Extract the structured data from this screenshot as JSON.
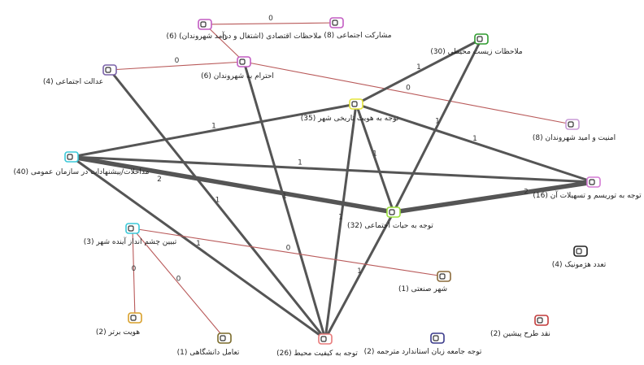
{
  "diagram": {
    "nodes": [
      {
        "id": "n1",
        "label": "ملاحظات اقتصادی (اشتغال و درآمد شهروندان) (6)",
        "color": "#c25cc2"
      },
      {
        "id": "n2",
        "label": "مشارکت اجتماعی (8)",
        "color": "#c25cc2"
      },
      {
        "id": "n3",
        "label": "ملاحظات زیست محیطی (30)",
        "color": "#2e9a2e"
      },
      {
        "id": "n4",
        "label": "احترام به شهروندان (6)",
        "color": "#c25cc2"
      },
      {
        "id": "n5",
        "label": "عدالت اجتماعی (4)",
        "color": "#7a62a8"
      },
      {
        "id": "n6",
        "label": "توجه به هویت تاریخی شهر (35)",
        "color": "#e3e33a"
      },
      {
        "id": "n7",
        "label": "امنیت و امید شهروندان (8)",
        "color": "#c89ad6"
      },
      {
        "id": "n8",
        "label": "مداخلات/پیشنهادات در سازمان عمومی (40)",
        "color": "#3ac8d8"
      },
      {
        "id": "n9",
        "label": "توجه به توریسم و تسهیلات آن (16)",
        "color": "#d47ad4"
      },
      {
        "id": "n10",
        "label": "توجه به حیات اجتماعی (32)",
        "color": "#9ae03a"
      },
      {
        "id": "n11",
        "label": "تبیین چشم انداز آینده شهر (3)",
        "color": "#3ac8d8"
      },
      {
        "id": "n12",
        "label": "تعدد هژمونیک (4)",
        "color": "#222222"
      },
      {
        "id": "n13",
        "label": "شهر صنعتی (1)",
        "color": "#8a6a3a"
      },
      {
        "id": "n14",
        "label": "هویت برتر (2)",
        "color": "#d8a02a"
      },
      {
        "id": "n15",
        "label": "تعامل دانشگاهی (1)",
        "color": "#7a6a2a"
      },
      {
        "id": "n16",
        "label": "توجه به کیفیت محیط (26)",
        "color": "#e87a7a"
      },
      {
        "id": "n17",
        "label": "توجه جامعه زبان استاندارد مترجمه (2)",
        "color": "#3a3a8a"
      },
      {
        "id": "n18",
        "label": "نقد طرح پیشین (2)",
        "color": "#c23a3a"
      }
    ],
    "edges": [
      {
        "from": "n1",
        "to": "n2",
        "label": "0",
        "weight": 0,
        "color": "#b95a5a"
      },
      {
        "from": "n4",
        "to": "n1",
        "label": "0",
        "weight": 0,
        "color": "#b95a5a"
      },
      {
        "from": "n5",
        "to": "n4",
        "label": "0",
        "weight": 0,
        "color": "#b95a5a"
      },
      {
        "from": "n4",
        "to": "n7",
        "label": "0",
        "weight": 0,
        "color": "#b95a5a"
      },
      {
        "from": "n3",
        "to": "n6",
        "label": "1",
        "weight": 1,
        "color": "#555555"
      },
      {
        "from": "n3",
        "to": "n10",
        "label": "1",
        "weight": 1,
        "color": "#555555"
      },
      {
        "from": "n6",
        "to": "n8",
        "label": "1",
        "weight": 1,
        "color": "#555555"
      },
      {
        "from": "n6",
        "to": "n9",
        "label": "1",
        "weight": 1,
        "color": "#555555"
      },
      {
        "from": "n6",
        "to": "n10",
        "label": "1",
        "weight": 1,
        "color": "#555555"
      },
      {
        "from": "n6",
        "to": "n16",
        "label": "1",
        "weight": 1,
        "color": "#555555"
      },
      {
        "from": "n8",
        "to": "n9",
        "label": "1",
        "weight": 1,
        "color": "#555555"
      },
      {
        "from": "n8",
        "to": "n10",
        "label": "2",
        "weight": 2,
        "color": "#555555"
      },
      {
        "from": "n10",
        "to": "n9",
        "label": "2",
        "weight": 2,
        "color": "#555555"
      },
      {
        "from": "n8",
        "to": "n16",
        "label": "1",
        "weight": 1,
        "color": "#555555"
      },
      {
        "from": "n5",
        "to": "n16",
        "label": "1",
        "weight": 1,
        "color": "#555555"
      },
      {
        "from": "n4",
        "to": "n16",
        "label": "1",
        "weight": 1,
        "color": "#555555"
      },
      {
        "from": "n10",
        "to": "n16",
        "label": "1",
        "weight": 1,
        "color": "#555555"
      },
      {
        "from": "n11",
        "to": "n13",
        "label": "0",
        "weight": 0,
        "color": "#b95a5a"
      },
      {
        "from": "n11",
        "to": "n14",
        "label": "0",
        "weight": 0,
        "color": "#b95a5a"
      },
      {
        "from": "n11",
        "to": "n15",
        "label": "0",
        "weight": 0,
        "color": "#b95a5a"
      }
    ]
  }
}
